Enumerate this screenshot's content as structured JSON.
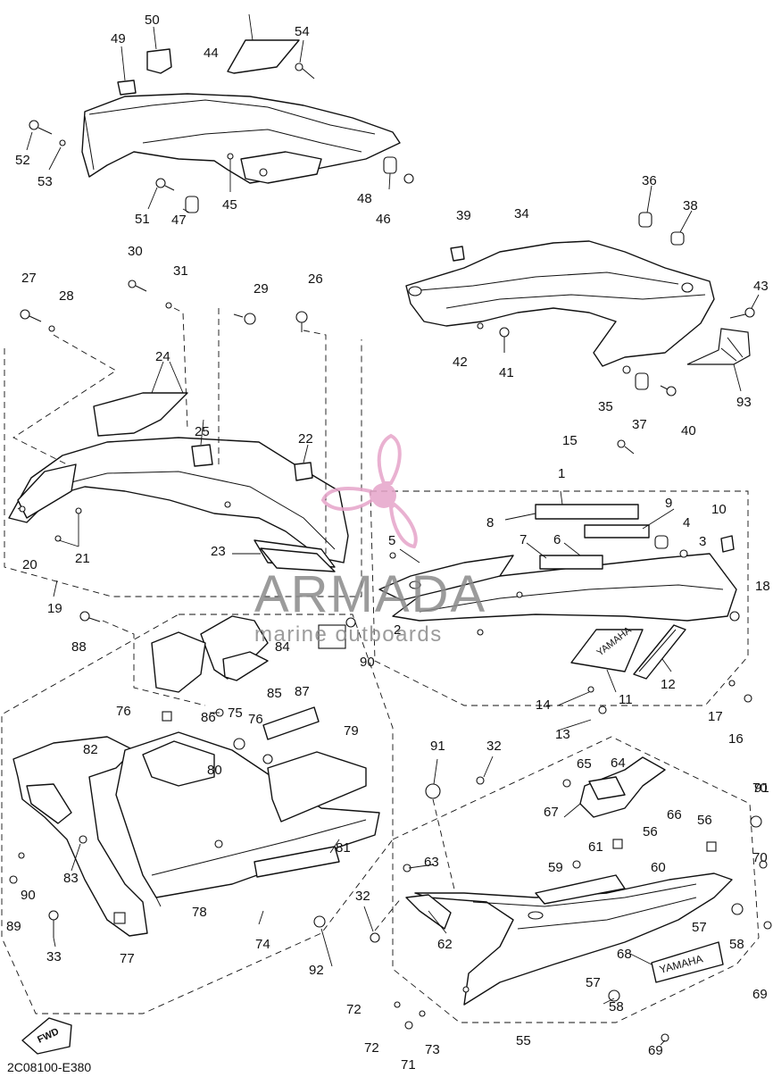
{
  "drawing_code": "2C08100-E380",
  "fwd_label": "FWD",
  "watermark": {
    "brand": "ARMADA",
    "tagline": "marine outboards",
    "color": "#8a8a8a",
    "logo_color": "#e6a4c9"
  },
  "decals": {
    "yamaha_1": "YAMAHA",
    "yamaha_2": "YAMAHA"
  },
  "callouts": [
    "1",
    "2",
    "3",
    "4",
    "5",
    "6",
    "7",
    "8",
    "9",
    "10",
    "11",
    "12",
    "13",
    "14",
    "15",
    "16",
    "17",
    "18",
    "19",
    "20",
    "21",
    "22",
    "23",
    "24",
    "25",
    "26",
    "27",
    "28",
    "29",
    "30",
    "31",
    "32",
    "32",
    "33",
    "34",
    "35",
    "36",
    "37",
    "38",
    "39",
    "40",
    "41",
    "42",
    "43",
    "44",
    "45",
    "46",
    "47",
    "48",
    "49",
    "50",
    "51",
    "52",
    "53",
    "54",
    "55",
    "56",
    "56",
    "57",
    "57",
    "58",
    "58",
    "59",
    "60",
    "61",
    "62",
    "63",
    "64",
    "65",
    "66",
    "67",
    "68",
    "69",
    "69",
    "70",
    "70",
    "71",
    "72",
    "72",
    "73",
    "74",
    "75",
    "76",
    "76",
    "77",
    "78",
    "79",
    "80",
    "81",
    "82",
    "83",
    "84",
    "85",
    "86",
    "87",
    "88",
    "89",
    "90",
    "90",
    "91",
    "91",
    "92",
    "93"
  ]
}
